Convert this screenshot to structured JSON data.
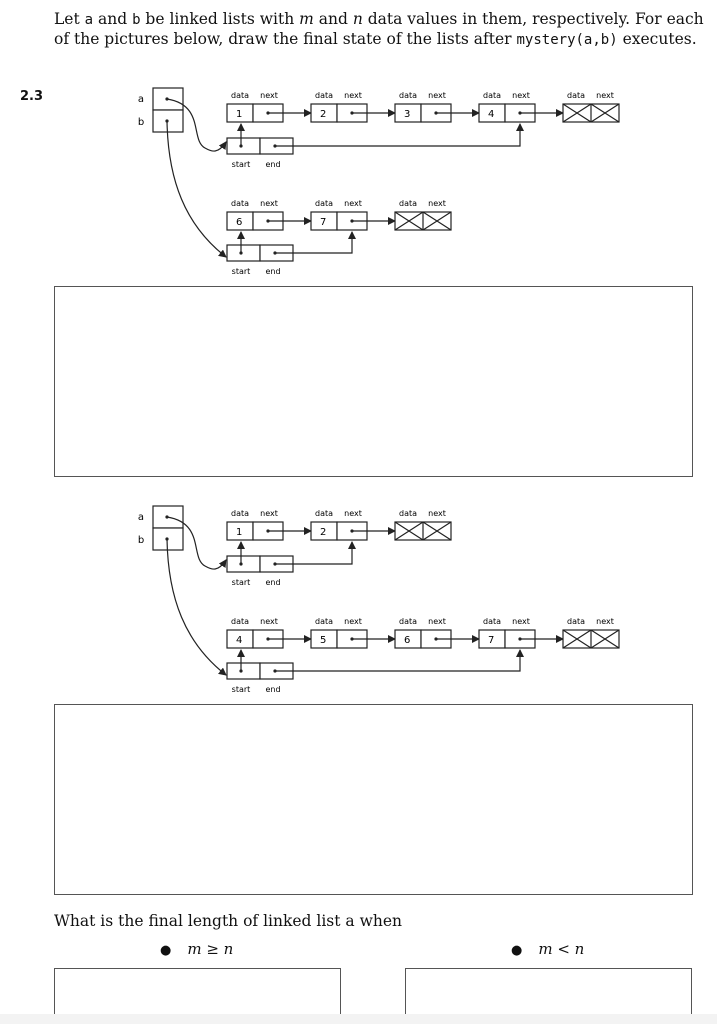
{
  "intro": {
    "p1": "Let ",
    "a": "a",
    "p2": " and ",
    "b": "b",
    "p3": " be linked lists with ",
    "m": "m",
    "p4": " and ",
    "n": "n",
    "p5": " data values in them, respectively. For each of the pictures below, draw the final state of the lists after ",
    "call": "mystery(a,b)",
    "p6": " executes."
  },
  "question_number": "2.3",
  "labels": {
    "var_a": "a",
    "var_b": "b",
    "data": "data",
    "next": "next",
    "start": "start",
    "end": "end"
  },
  "diagram1": {
    "list_a": [
      "1",
      "2",
      "3",
      "4"
    ],
    "list_b": [
      "6",
      "7"
    ]
  },
  "diagram2": {
    "list_a": [
      "1",
      "2"
    ],
    "list_b": [
      "4",
      "5",
      "6",
      "7"
    ]
  },
  "final_question": "What is the final length of linked list a when",
  "cases": [
    "m ≥ n",
    "m < n"
  ]
}
